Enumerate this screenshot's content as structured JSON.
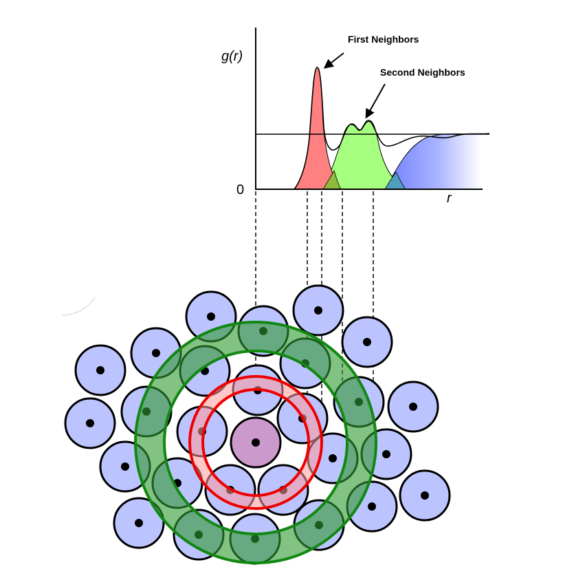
{
  "graph": {
    "y_label": "g(r)",
    "x_label": "r",
    "origin_label": "0",
    "annotations": {
      "first": "First Neighbors",
      "second": "Second Neighbors"
    }
  },
  "colors": {
    "particle_fill": "#bcc4ff",
    "center_particle_fill": "#cc99cc",
    "first_shell_fill": "#ff9999",
    "first_shell_ring": "#ee0000",
    "second_shell_fill": "#2f9a2f",
    "second_shell_ring": "#118811",
    "first_peak_fill": "#ff8080",
    "second_peak_fill": "#a6ff7f",
    "tail_fill": "#6f7fff",
    "overlap_first_second": "#8fba3d",
    "overlap_second_tail": "#4f9fbf",
    "outline": "#000000"
  }
}
